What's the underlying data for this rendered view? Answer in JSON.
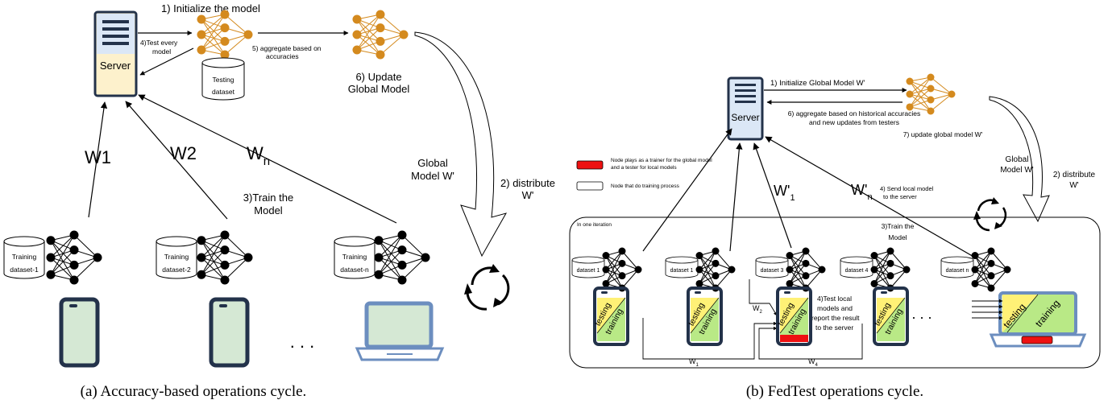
{
  "left_panel": {
    "server_label": "Server",
    "step1": "1) Initialize the model",
    "step4_line1": "4)Test every",
    "step4_line2": "model",
    "step5_line1": "5) aggregate based on",
    "step5_line2": "accuracies",
    "testing_db_line1": "Testing",
    "testing_db_line2": "dataset",
    "step6_line1": "6) Update",
    "step6_line2": "Global Model",
    "w1": "W1",
    "w2": "W2",
    "wn_base": "W",
    "wn_sub": "n",
    "step3_line1": "3)Train the",
    "step3_line2": "Model",
    "global_model_line1": "Global",
    "global_model_line2": "Model W'",
    "step2_line1": "2) distribute",
    "step2_line2": "W'",
    "training_line1": "Training",
    "datasets": [
      "dataset-1",
      "dataset-2",
      "dataset-n"
    ],
    "ellipsis": ". . .",
    "caption": "(a) Accuracy-based operations cycle."
  },
  "right_panel": {
    "server_label": "Server",
    "step1": "1) Initialize Global Model W'",
    "step6_line1": "6) aggregate based on historical accuracies",
    "step6_line2": "and new updates from testers",
    "step7": "7) update global model W'",
    "global_model_line1": "Global",
    "global_model_line2": "Model W'",
    "step2_line1": "2) distribute",
    "step2_line2": "W'",
    "legend_red_line1": "Node plays as a trainer for the global model",
    "legend_red_line2": "and a tester for local models",
    "legend_white": "Node that do training process",
    "w1_base": "W'",
    "w1_sub": "1",
    "wn_base": "W'",
    "wn_sub": "n",
    "step4_line1": "4) Send local model",
    "step4_line2": "to the server",
    "iteration_label": "In one iteration",
    "step3_line1": "3)Train the",
    "step3_line2": "Model",
    "datasets": [
      "dataset 1",
      "dataset 1",
      "dataset 3",
      "dataset 4",
      "dataset n"
    ],
    "phone_testing": "testing",
    "phone_training": "training",
    "tester_line1": "4)Test local",
    "tester_line2": "models and",
    "tester_line3": "report the result",
    "tester_line4": "to the server",
    "w_2_base": "W",
    "w_2_sub": "2",
    "w_1_base": "W",
    "w_1_sub": "1",
    "w_4_base": "W",
    "w_4_sub": "4",
    "ellipsis": ". . .",
    "caption": "(b) FedTest operations cycle."
  },
  "colors": {
    "nn_orange": "#d48a1e",
    "server_fill_top": "#dbe7f6",
    "server_fill_left_bottom": "#fdf1cc",
    "phone_screen": "#d5e8d4",
    "laptop_screen": "#d5e8d4",
    "testing_yellow": "#fff176",
    "training_green": "#b9e986",
    "red": "#ee1111",
    "laptop_border": "#6c8ebf"
  }
}
